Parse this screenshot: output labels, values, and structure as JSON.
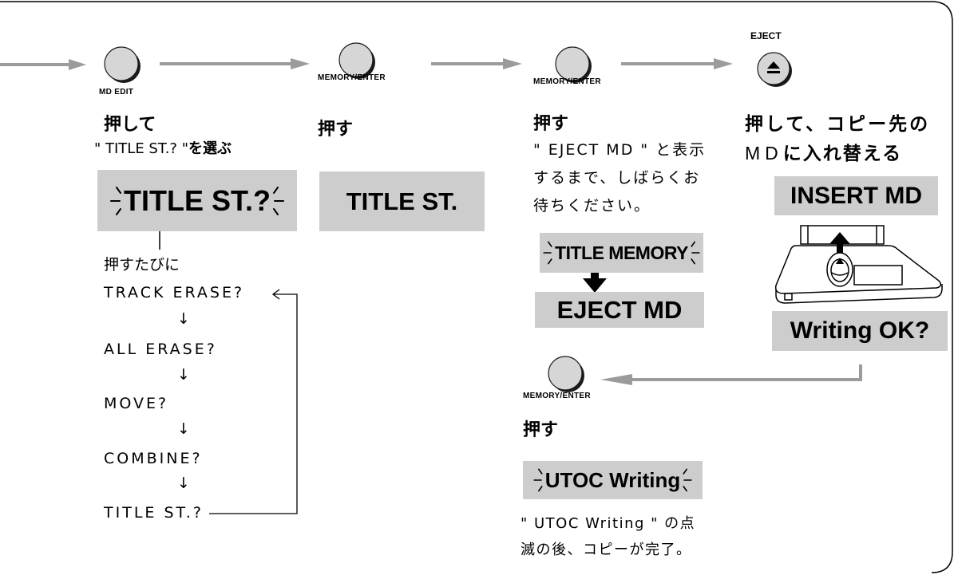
{
  "colors": {
    "arrow": "#9b9b9b",
    "display_bg": "#cdcdcd",
    "text": "#000000",
    "button_face": "#d6d6d6"
  },
  "step1": {
    "button_label": "MD EDIT",
    "button_icon": "round-button-icon",
    "action": "押して",
    "instruction_quote": "\" TITLE ST.? \"",
    "instruction_suffix": "を選ぶ",
    "display": "TITLE ST.?",
    "cycle": {
      "intro": "押すたびに",
      "items": [
        "TRACK ERASE?",
        "ALL ERASE?",
        "MOVE?",
        "COMBINE?",
        "TITLE ST.?"
      ],
      "down_arrow": "↓"
    }
  },
  "step2": {
    "button_label": "MEMORY/ENTER",
    "button_icon": "round-button-icon",
    "action": "押す",
    "display": "TITLE ST."
  },
  "step3": {
    "button_label": "MEMORY/ENTER",
    "button_icon": "round-button-icon",
    "action": "押す",
    "note_lines": [
      "\" EJECT MD \" と表示",
      "するまで、しばらくお",
      "待ちください。"
    ],
    "display_blinking": "TITLE MEMORY",
    "display_next": "EJECT MD"
  },
  "step4": {
    "button_label": "EJECT",
    "button_icon": "eject-icon",
    "action_line1": "押して、コピー先の",
    "action_line2_prefix": "MD",
    "action_line2_suffix": "に入れ替える",
    "display_insert": "INSERT MD",
    "illustration_icon": "md-cartridge-insert-icon",
    "display_confirm": "Writing OK?"
  },
  "step5": {
    "button_label": "MEMORY/ENTER",
    "button_icon": "round-button-icon",
    "action": "押す",
    "display": "UTOC Writing",
    "note_lines": [
      "\" UTOC Writing \" の点",
      "滅の後、コピーが完了。"
    ]
  }
}
